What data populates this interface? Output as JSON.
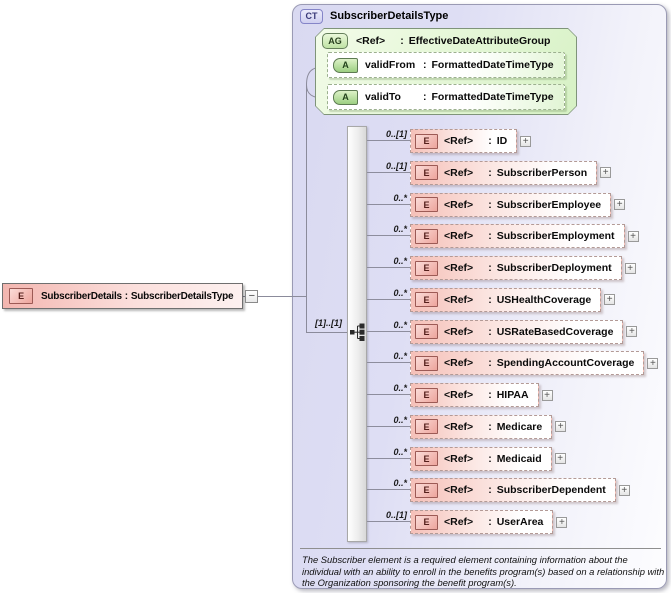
{
  "labels": {
    "ref": "<Ref>",
    "colon": ":",
    "expand": "+",
    "collapse": "−"
  },
  "root_element": {
    "icon": "E",
    "name": "SubscriberDetails",
    "type": "SubscriberDetailsType"
  },
  "complex_type": {
    "icon": "CT",
    "title": "SubscriberDetailsType",
    "attribute_group": {
      "icon": "AG",
      "type": "EffectiveDateAttributeGroup",
      "attributes": [
        {
          "icon": "A",
          "name": "validFrom",
          "type": "FormattedDateTimeType"
        },
        {
          "icon": "A",
          "name": "validTo",
          "type": "FormattedDateTimeType"
        }
      ]
    },
    "compositor": {
      "cardinality": "[1]..[1]",
      "kind": "sequence"
    },
    "elements": [
      {
        "icon": "E",
        "cardinality": "0..[1]",
        "name": "ID"
      },
      {
        "icon": "E",
        "cardinality": "0..[1]",
        "name": "SubscriberPerson"
      },
      {
        "icon": "E",
        "cardinality": "0..*",
        "name": "SubscriberEmployee"
      },
      {
        "icon": "E",
        "cardinality": "0..*",
        "name": "SubscriberEmployment"
      },
      {
        "icon": "E",
        "cardinality": "0..*",
        "name": "SubscriberDeployment"
      },
      {
        "icon": "E",
        "cardinality": "0..*",
        "name": "USHealthCoverage"
      },
      {
        "icon": "E",
        "cardinality": "0..*",
        "name": "USRateBasedCoverage"
      },
      {
        "icon": "E",
        "cardinality": "0..*",
        "name": "SpendingAccountCoverage"
      },
      {
        "icon": "E",
        "cardinality": "0..*",
        "name": "HIPAA"
      },
      {
        "icon": "E",
        "cardinality": "0..*",
        "name": "Medicare"
      },
      {
        "icon": "E",
        "cardinality": "0..*",
        "name": "Medicaid"
      },
      {
        "icon": "E",
        "cardinality": "0..*",
        "name": "SubscriberDependent"
      },
      {
        "icon": "E",
        "cardinality": "0..[1]",
        "name": "UserArea"
      }
    ],
    "annotation": "The Subscriber element is a required element containing information about the individual with an ability to enroll in the benefits program(s) based on a relationship with the Organization sponsoring the benefit program(s)."
  },
  "colors": {
    "element_fill": "#f5c0b8",
    "element_border": "#b39a96",
    "group_fill": "#d6f1c4",
    "group_border": "#7f947a",
    "complex_type_fill": "#dbdbf3",
    "complex_type_border": "#9a9ab4"
  }
}
